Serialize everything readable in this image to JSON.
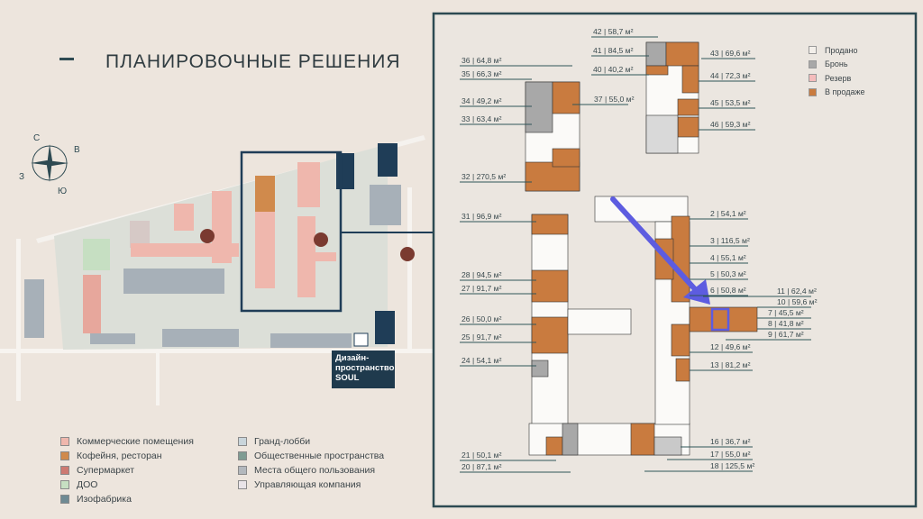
{
  "page": {
    "title": "ПЛАНИРОВОЧНЫЕ РЕШЕНИЯ"
  },
  "compass": {
    "north": "С",
    "east": "В",
    "west": "З",
    "south": "Ю"
  },
  "design_space": {
    "line1": "Дизайн-",
    "line2": "пространство",
    "line3": "SOUL"
  },
  "legend": {
    "left": [
      {
        "label": "Коммерческие помещения",
        "color": "#efb7ad"
      },
      {
        "label": "Кофейня, ресторан",
        "color": "#d08a4c"
      },
      {
        "label": "Супермаркет",
        "color": "#cd7a72"
      },
      {
        "label": "ДОО",
        "color": "#c6dfc2"
      },
      {
        "label": "Изофабрика",
        "color": "#6f8a93"
      }
    ],
    "right": [
      {
        "label": "Гранд-лобби",
        "color": "#c9d5db"
      },
      {
        "label": "Общественные пространства",
        "color": "#7f9c93"
      },
      {
        "label": "Места общего пользования",
        "color": "#b3b8bd"
      },
      {
        "label": "Управляющая компания",
        "color": "#e9e4e8"
      }
    ]
  },
  "status_legend": [
    {
      "label": "Продано",
      "color": "#f3efea"
    },
    {
      "label": "Бронь",
      "color": "#a8a8a8"
    },
    {
      "label": "Резерв",
      "color": "#f4bcbc"
    },
    {
      "label": "В продаже",
      "color": "#c97b3f"
    }
  ],
  "units": [
    {
      "label": "42 | 58,7 м²"
    },
    {
      "label": "41 | 84,5 м²"
    },
    {
      "label": "40 | 40,2 м²"
    },
    {
      "label": "36 | 64,8 м²"
    },
    {
      "label": "35 | 66,3 м²"
    },
    {
      "label": "34 | 49,2 м²"
    },
    {
      "label": "33 | 63,4 м²"
    },
    {
      "label": "37 | 55,0 м²"
    },
    {
      "label": "32 | 270,5 м²"
    },
    {
      "label": "43 | 69,6 м²"
    },
    {
      "label": "44 | 72,3 м²"
    },
    {
      "label": "45 | 53,5 м²"
    },
    {
      "label": "46 | 59,3 м²"
    },
    {
      "label": "31 | 96,9 м²"
    },
    {
      "label": "28 | 94,5 м²"
    },
    {
      "label": "27 | 91,7 м²"
    },
    {
      "label": "26 | 50,0 м²"
    },
    {
      "label": "25 | 91,7 м²"
    },
    {
      "label": "24 | 54,1 м²"
    },
    {
      "label": "21 | 50,1 м²"
    },
    {
      "label": "20 | 87,1 м²"
    },
    {
      "label": "2 | 54,1 м²"
    },
    {
      "label": "3 | 116,5 м²"
    },
    {
      "label": "4 | 55,1 м²"
    },
    {
      "label": "5 | 50,3 м²"
    },
    {
      "label": "6 | 50,8 м²"
    },
    {
      "label": "11 | 62,4 м²"
    },
    {
      "label": "10 | 59,6 м²"
    },
    {
      "label": "7 | 45,5 м²"
    },
    {
      "label": "8 | 41,8 м²"
    },
    {
      "label": "9 | 61,7 м²"
    },
    {
      "label": "12 | 49,6 м²"
    },
    {
      "label": "13 | 81,2 м²"
    },
    {
      "label": "16 | 36,7 м²"
    },
    {
      "label": "17 | 55,0 м²"
    },
    {
      "label": "18 | 125,5 м²"
    }
  ],
  "colors": {
    "frame": "#2c4a52",
    "navy": "#1f3d57",
    "arrow": "#5d5ce0",
    "for_sale": "#c97b3f",
    "booked": "#a8a8a8"
  }
}
